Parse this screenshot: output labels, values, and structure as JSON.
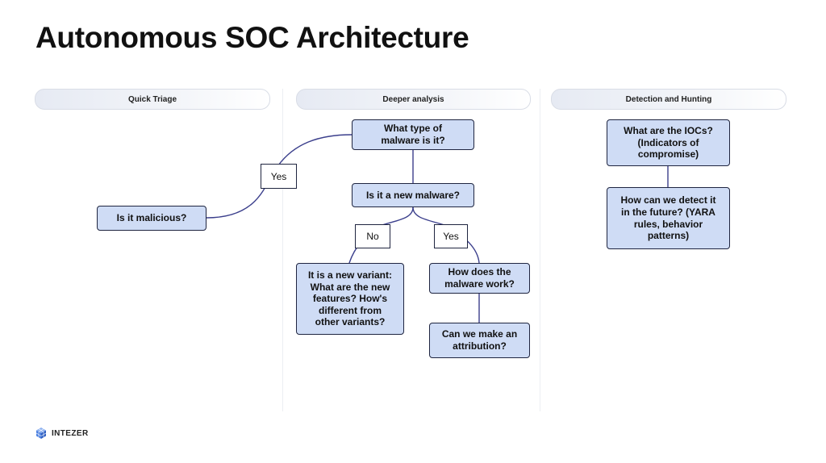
{
  "title": "Autonomous SOC Architecture",
  "lanes": [
    {
      "label": "Quick Triage"
    },
    {
      "label": "Deeper analysis"
    },
    {
      "label": "Detection and Hunting"
    }
  ],
  "nodes": {
    "is_malicious": "Is it malicious?",
    "malware_type": "What type of\nmalware is it?",
    "new_malware": "Is it a new malware?",
    "new_variant": "It is a new variant:\nWhat are the new\nfeatures? How's\ndifferent from\nother variants?",
    "how_works": "How does the\nmalware work?",
    "attribution": "Can we make an\nattribution?",
    "iocs": "What are the IOCs?\n(Indicators of\ncompromise)",
    "detect_future": "How can we detect it\nin the future? (YARA\nrules, behavior\npatterns)"
  },
  "edge_labels": {
    "yes_triage": "Yes",
    "no_branch": "No",
    "yes_branch": "Yes"
  },
  "colors": {
    "node_fill": "#cfdcf5",
    "node_border": "#1f2540",
    "connector": "#3b3f8c"
  },
  "logo": {
    "text": "INTEZER",
    "icon": "cube-logo-icon"
  }
}
